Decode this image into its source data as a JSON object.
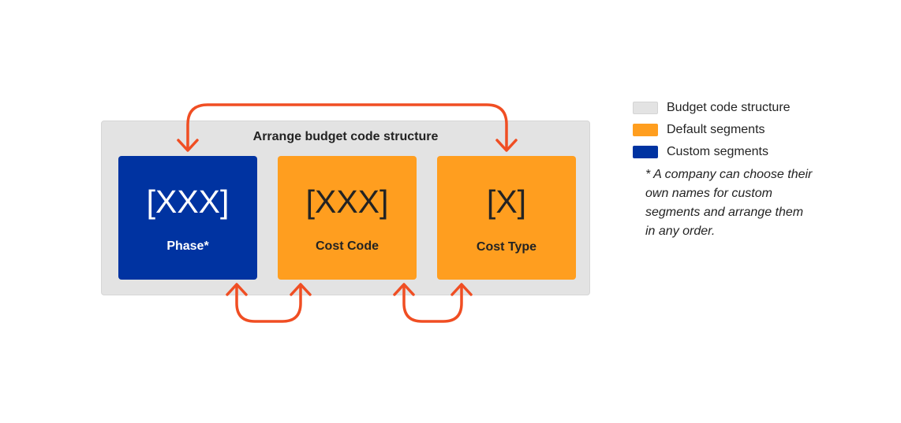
{
  "diagram": {
    "title": "Arrange budget code structure",
    "segments": [
      {
        "code": "[XXX]",
        "name": "Phase*",
        "fill": "#0033a1",
        "text_color": "#ffffff"
      },
      {
        "code": "[XXX]",
        "name": "Cost Code",
        "fill": "#ff9e1f",
        "text_color": "#232323"
      },
      {
        "code": "[X]",
        "name": "Cost Type",
        "fill": "#ff9e1f",
        "text_color": "#232323"
      }
    ],
    "arrow_color": "#f04e23",
    "panel_color": "#e3e3e3"
  },
  "legend": {
    "items": [
      {
        "label": "Budget code structure",
        "color": "#e3e3e3"
      },
      {
        "label": "Default segments",
        "color": "#ff9e1f"
      },
      {
        "label": "Custom segments",
        "color": "#0033a1"
      }
    ],
    "footnote": "* A company can choose their own names for custom segments and arrange them in any order."
  }
}
